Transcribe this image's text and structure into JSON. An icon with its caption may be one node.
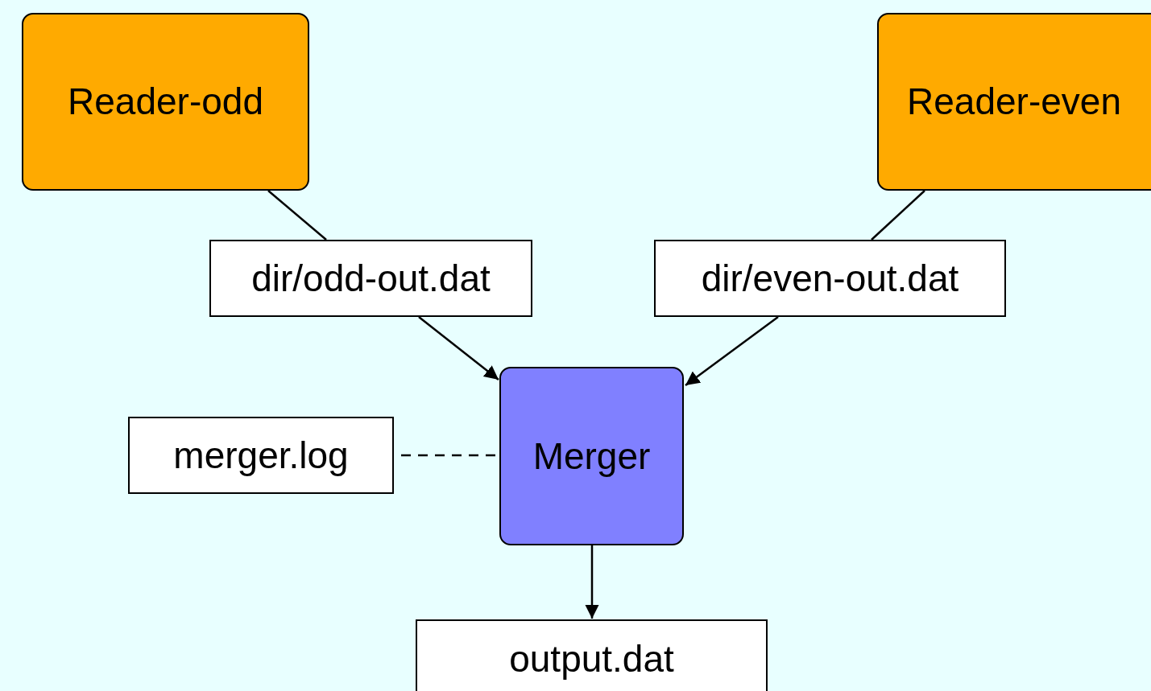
{
  "diagram": {
    "nodes": [
      {
        "text": [
          "Reader-odd"
        ]
      },
      {
        "text": [
          "Reader-even"
        ]
      },
      {
        "text": [
          "dir/odd-out.dat"
        ]
      },
      {
        "text": [
          "dir/even-out.dat"
        ]
      },
      {
        "text": [
          "merger.log"
        ]
      },
      {
        "text": [
          "Merger"
        ]
      },
      {
        "text": [
          "output.dat"
        ]
      }
    ],
    "edges": [
      {
        "from": 0,
        "to": 2,
        "arrow": "none"
      },
      {
        "from": 1,
        "to": 3,
        "arrow": "none"
      },
      {
        "from": 2,
        "to": 5,
        "arrow": "to"
      },
      {
        "from": 3,
        "to": 5,
        "arrow": "to"
      },
      {
        "from": 4,
        "to": 5,
        "arrow": "none",
        "style": "dashed"
      },
      {
        "from": 5,
        "to": 6,
        "arrow": "to"
      }
    ]
  }
}
